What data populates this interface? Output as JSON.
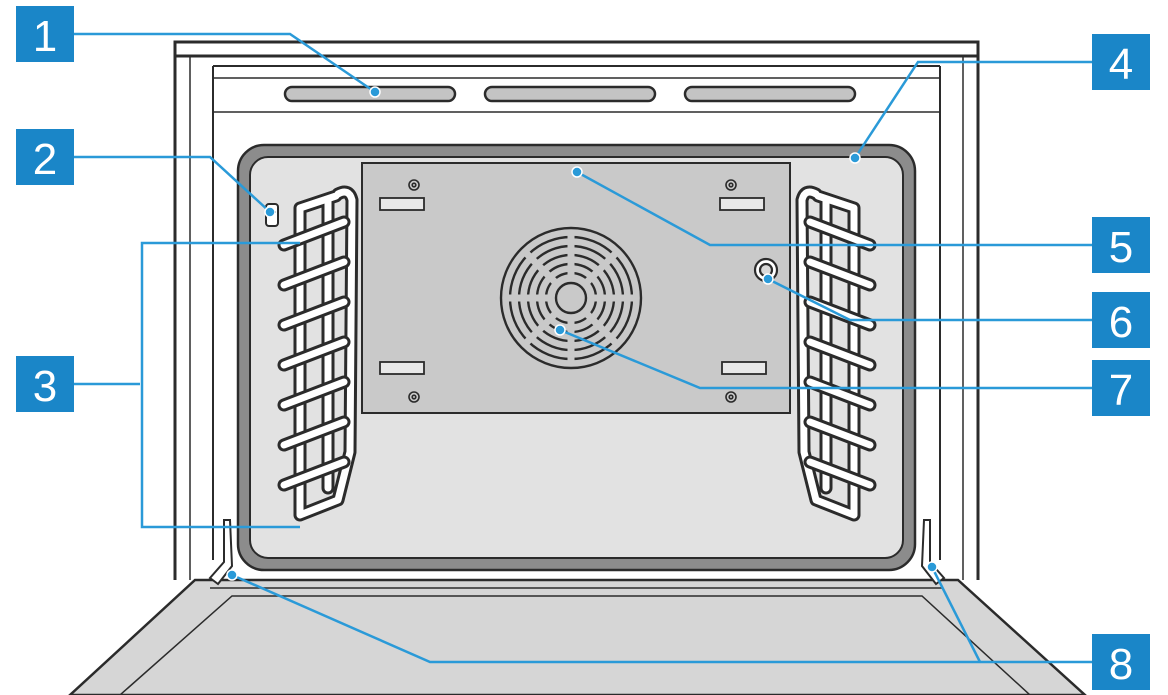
{
  "colors": {
    "accent": "#1a86c8",
    "leader": "#2a9ad8",
    "outline": "#2b2b2b",
    "cavity_wall": "#e2e2e2",
    "back_panel": "#c9c9c9",
    "door": "#d6d6d6"
  },
  "callouts": [
    {
      "number": "1",
      "part": "heating-element"
    },
    {
      "number": "2",
      "part": "lamp"
    },
    {
      "number": "3",
      "part": "shelf-supports"
    },
    {
      "number": "4",
      "part": "door-seal"
    },
    {
      "number": "5",
      "part": "back-panel"
    },
    {
      "number": "6",
      "part": "probe-socket"
    },
    {
      "number": "7",
      "part": "fan-cover"
    },
    {
      "number": "8",
      "part": "door-hinges"
    }
  ]
}
